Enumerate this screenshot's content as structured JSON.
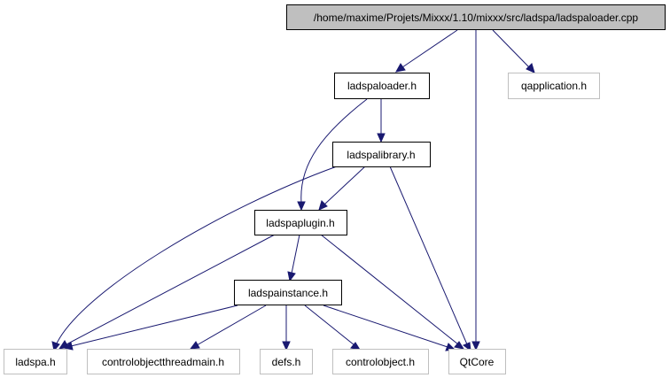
{
  "colors": {
    "edge": "#191970",
    "root_fill": "#bfbfbf",
    "external_stroke": "#bfbfbf",
    "local_stroke": "#000000"
  },
  "nodes": {
    "root": {
      "label": "/home/maxime/Projets/Mixxx/1.10/mixxx/src/ladspa/ladspaloader.cpp"
    },
    "ladspaloader_h": {
      "label": "ladspaloader.h"
    },
    "qapplication_h": {
      "label": "qapplication.h"
    },
    "ladspalibrary_h": {
      "label": "ladspalibrary.h"
    },
    "ladspaplugin_h": {
      "label": "ladspaplugin.h"
    },
    "ladspainstance_h": {
      "label": "ladspainstance.h"
    },
    "ladspa_h": {
      "label": "ladspa.h"
    },
    "controlobjectthreadmain_h": {
      "label": "controlobjectthreadmain.h"
    },
    "defs_h": {
      "label": "defs.h"
    },
    "controlobject_h": {
      "label": "controlobject.h"
    },
    "qtcore": {
      "label": "QtCore"
    }
  }
}
